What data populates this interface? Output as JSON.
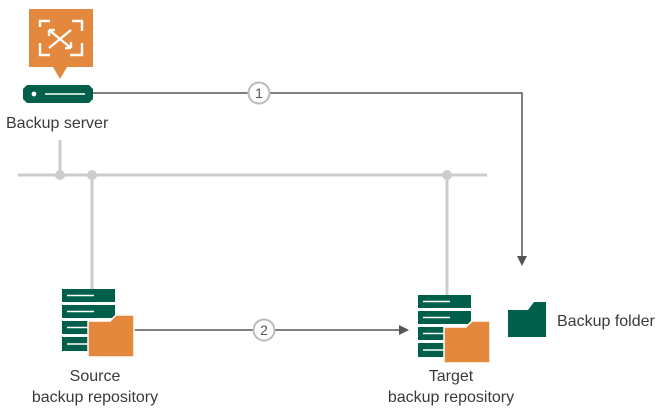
{
  "nodes": {
    "backup_server": {
      "label": "Backup server"
    },
    "source_repo": {
      "label_line1": "Source",
      "label_line2": "backup repository"
    },
    "target_repo": {
      "label_line1": "Target",
      "label_line2": "backup repository"
    },
    "backup_folder": {
      "label": "Backup folder"
    }
  },
  "steps": [
    {
      "number": "1",
      "from": "backup_server",
      "to": "backup_folder"
    },
    {
      "number": "2",
      "from": "source_repo",
      "to": "target_repo"
    }
  ],
  "colors": {
    "orange": "#e3883c",
    "green": "#005f4b",
    "line_dark": "#555555",
    "line_light": "#cccccc",
    "badge_border": "#bbbbbb",
    "text": "#3a3a3a"
  },
  "icons": {
    "server_logo": "veeam-logo-icon",
    "server": "server-icon",
    "repository": "repository-icon",
    "folder": "folder-icon"
  }
}
